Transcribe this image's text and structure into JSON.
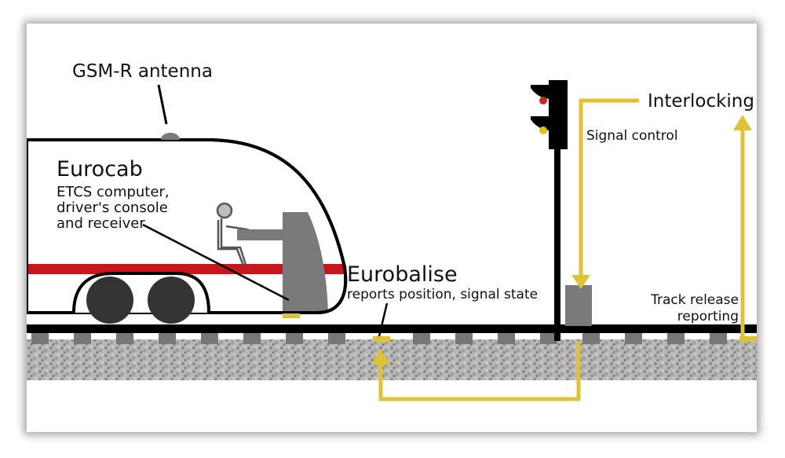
{
  "labels": {
    "gsmr_antenna": "GSM-R antenna",
    "eurocab_title": "Eurocab",
    "eurocab_line1": "ETCS computer,",
    "eurocab_line2": "driver's console",
    "eurocab_line3": "and receiver",
    "eurobalise_title": "Eurobalise",
    "eurobalise_desc": "reports position, signal state",
    "interlocking": "Interlocking",
    "signal_control": "Signal control",
    "track_release_line1": "Track release",
    "track_release_line2": "reporting"
  },
  "colors": {
    "link_line": "#e0c232",
    "train_stripe": "#c8161d",
    "rail": "#000000",
    "ballast": "#9a9a9a",
    "equipment_grey": "#7a7a7a",
    "signal_red": "#c62828",
    "signal_yellow": "#e6c300"
  }
}
